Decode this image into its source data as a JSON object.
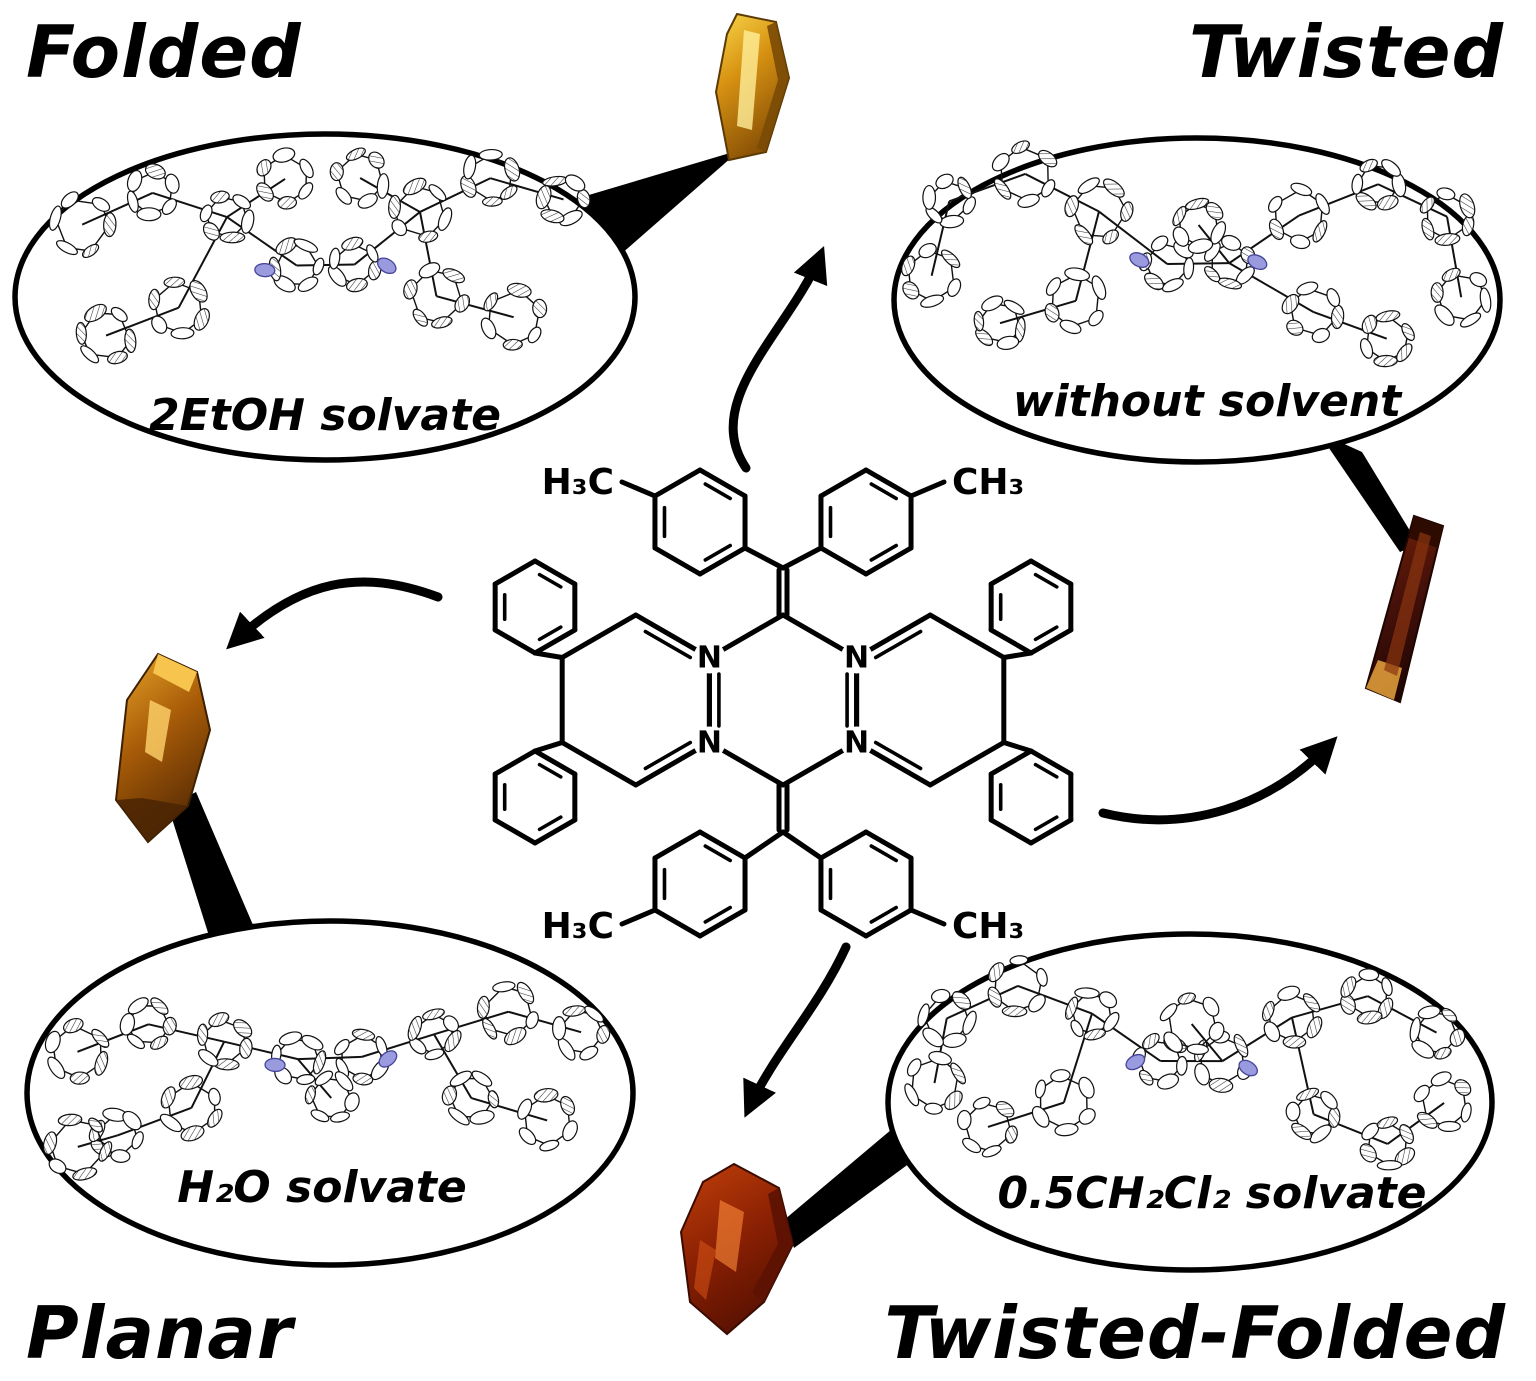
{
  "corner_labels": {
    "top_left": "Folded",
    "top_right": "Twisted",
    "bottom_left": "Planar",
    "bottom_right": "Twisted-Folded"
  },
  "ellipse_captions": {
    "folded": "2EtOH solvate",
    "twisted": "without solvent",
    "planar": "H₂O solvate",
    "twisted_folded": "0.5CH₂Cl₂ solvate"
  },
  "molecule_labels": {
    "nitrogen": "N",
    "top_left_methyl": "H₃C",
    "top_right_methyl": "CH₃",
    "bottom_left_methyl": "H₃C",
    "bottom_right_methyl": "CH₃"
  },
  "colors": {
    "ink": "#000000",
    "nitrogen_atom": "#9a9ade",
    "crystal_gold": "#d79212",
    "crystal_dark_red": "#5a1505",
    "crystal_amber": "#c87a10",
    "crystal_red": "#a62a06"
  }
}
